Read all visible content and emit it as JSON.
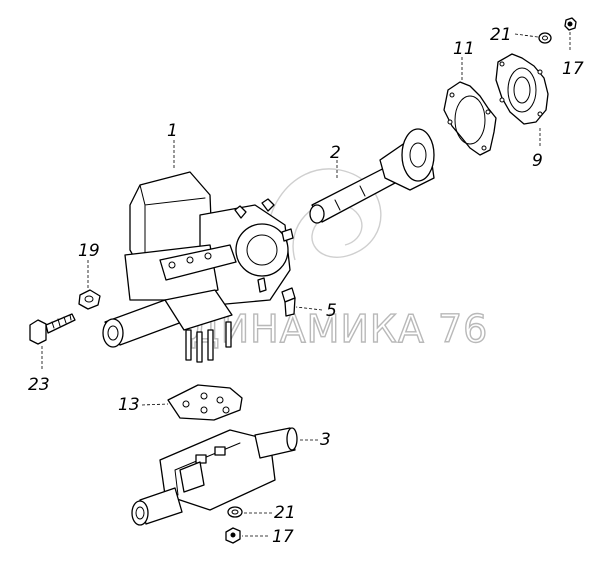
{
  "watermark": {
    "text": "ДИНАМИКА 76"
  },
  "callouts": {
    "c1": "1",
    "c2": "2",
    "c3": "3",
    "c5": "5",
    "c9": "9",
    "c11": "11",
    "c13": "13",
    "c17_top": "17",
    "c17_bottom": "17",
    "c19": "19",
    "c21_top": "21",
    "c21_bottom": "21",
    "c23": "23"
  }
}
